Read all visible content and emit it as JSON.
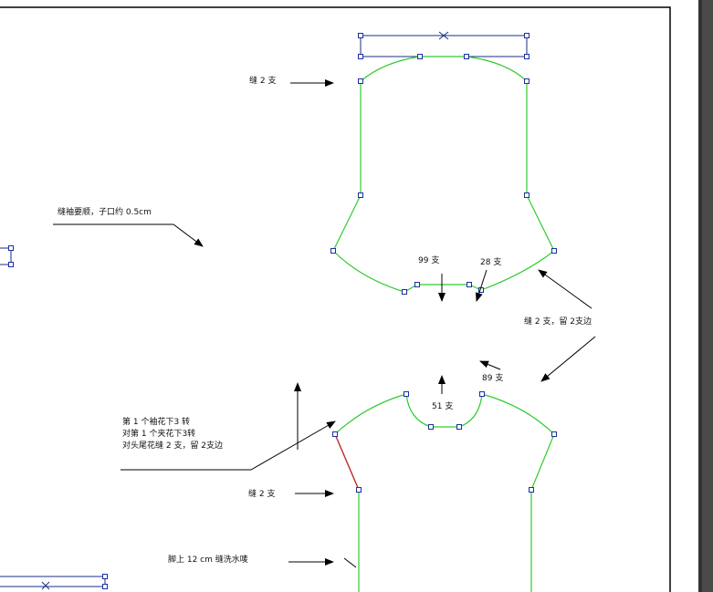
{
  "labels": {
    "top_sew": "缝 2 支",
    "sleeve_note": "缝袖要顺，子口约 0.5cm",
    "stitch_99": "99 支",
    "stitch_28": "28 支",
    "side_note": "缝 2 支，留 2支边",
    "stitch_89": "89 支",
    "stitch_51": "51 支",
    "flower_note_1": "第 1 个袖花下3 转",
    "flower_note_2": "对第 1 个夹花下3转",
    "flower_note_3": "对头尾花缝 2 支，留 2支边",
    "bottom_sew": "缝 2 支",
    "label_note": "脚上 12 cm 缝洗水唛"
  },
  "colors": {
    "seam": "#2ecc2e",
    "highlight_seam": "#c0282a",
    "node": "#1a2fa0"
  }
}
